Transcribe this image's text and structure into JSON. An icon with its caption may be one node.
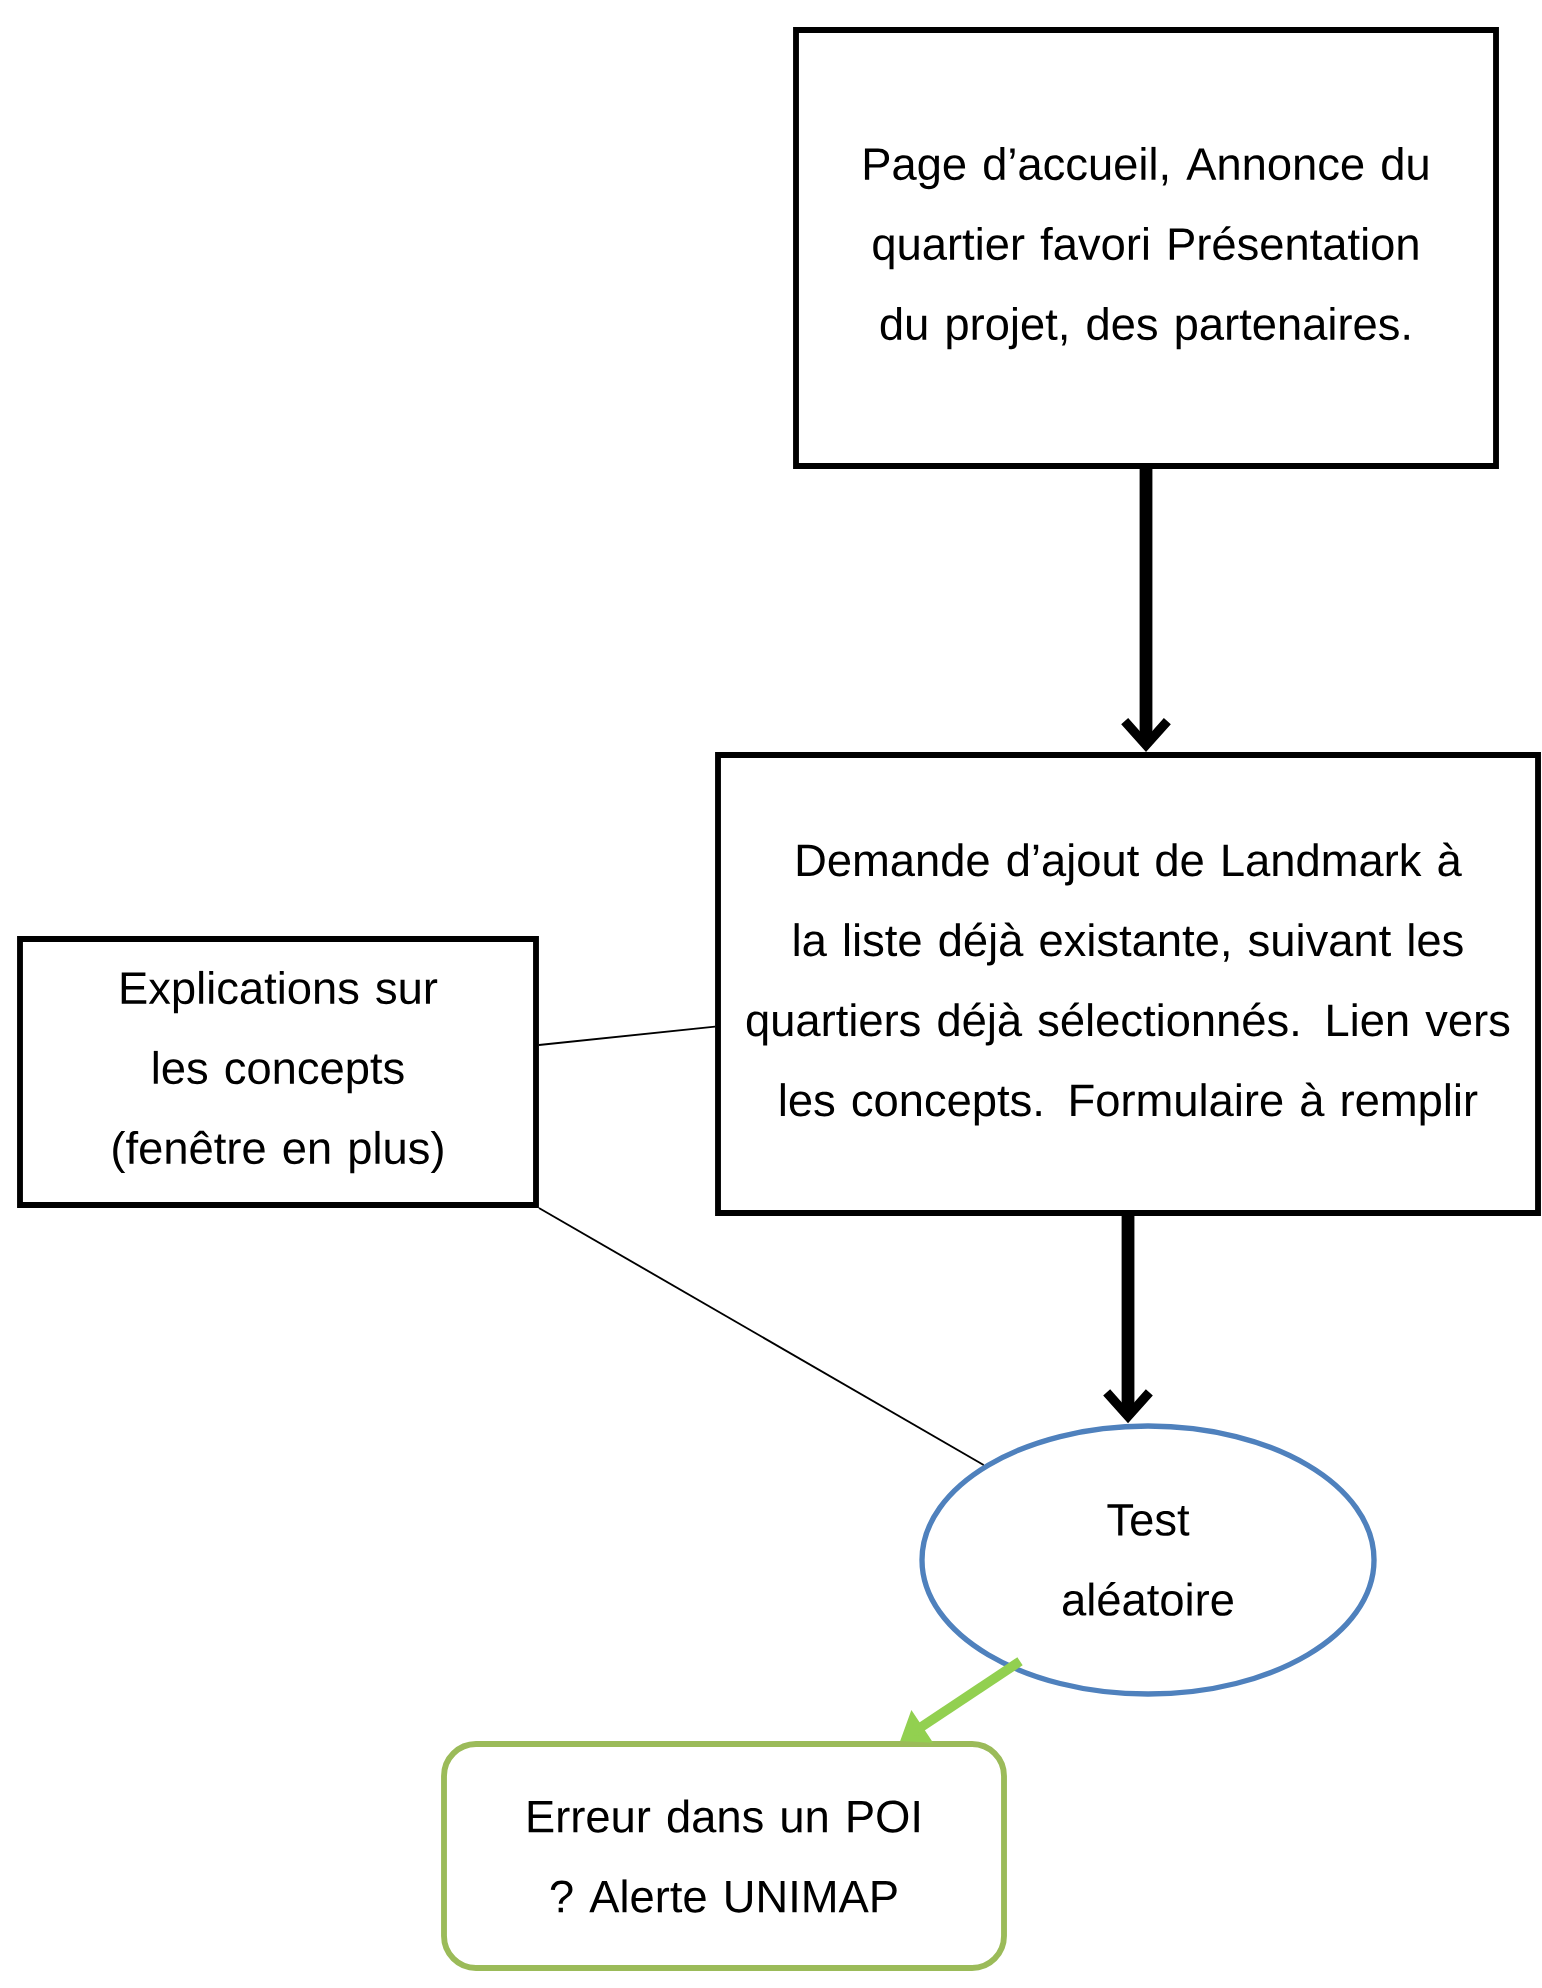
{
  "diagram": {
    "nodes": [
      {
        "text": [
          "Page d’accueil, Annonce du quartier favori Présentation du projet, des partenaires."
        ]
      },
      {
        "text": [
          "Demande d’ajout de Landmark à la liste déjà existante, suivant les quartiers déjà sélectionnés. Lien vers les concepts. Formulaire à remplir"
        ]
      },
      {
        "text": [
          "Explications sur les concepts (fenêtre en plus)"
        ]
      },
      {
        "text": [
          "Test aléatoire"
        ]
      },
      {
        "text": [
          "Erreur dans un POI ? Alerte UNIMAP"
        ]
      }
    ],
    "edges": [
      {
        "from": 0,
        "to": 1,
        "arrow": "to"
      },
      {
        "from": 1,
        "to": 3,
        "arrow": "to"
      },
      {
        "from": 2,
        "to": 1,
        "arrow": "none"
      },
      {
        "from": 2,
        "to": 3,
        "arrow": "none"
      },
      {
        "from": 3,
        "to": 4,
        "arrow": "to",
        "color": "#92d050"
      }
    ]
  }
}
